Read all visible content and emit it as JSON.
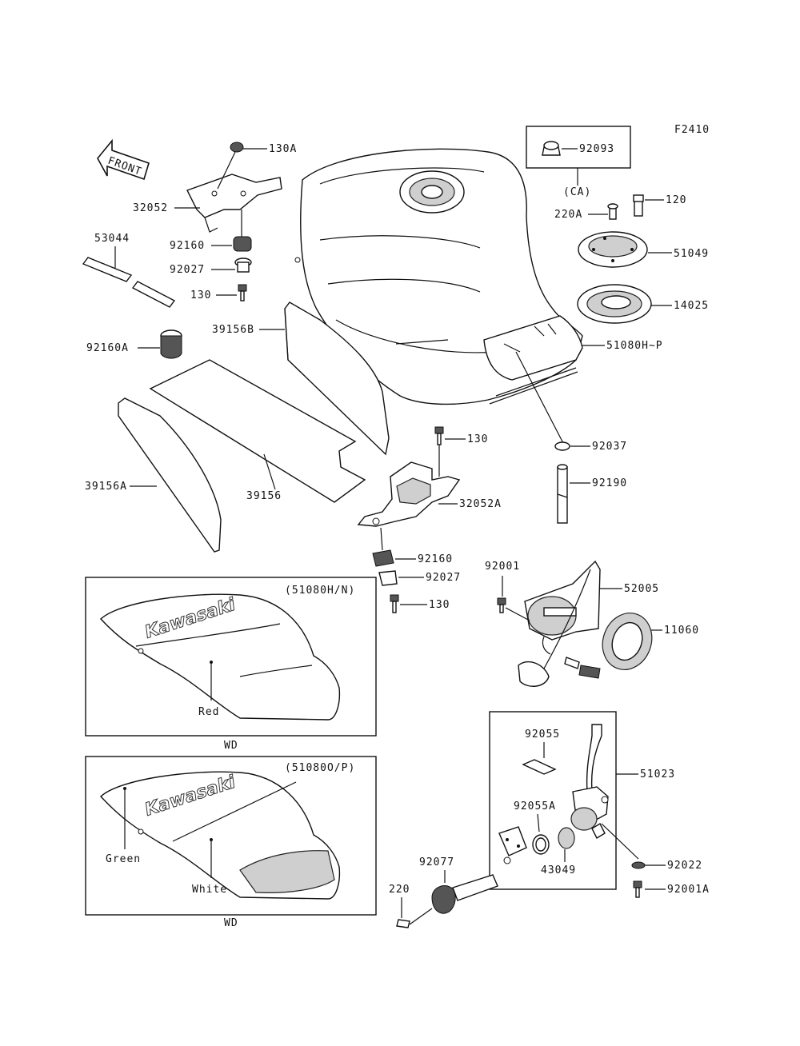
{
  "figure_code": "F2410",
  "front_label": "FRONT",
  "ca_note": "(CA)",
  "insets": [
    {
      "title": "(51080H/N)",
      "logo": "Kawasaki",
      "colors": [
        "Red"
      ],
      "footer": "WD"
    },
    {
      "title": "(51080O/P)",
      "logo": "Kawasaki",
      "colors": [
        "Green",
        "White"
      ],
      "footer": "WD"
    }
  ],
  "parts": {
    "p130A": "130A",
    "p32052": "32052",
    "p53044": "53044",
    "p92160": "92160",
    "p92027": "92027",
    "p130": "130",
    "p39156B": "39156B",
    "p92160A": "92160A",
    "p39156A": "39156A",
    "p39156": "39156",
    "p130b": "130",
    "p32052A": "32052A",
    "p92160b": "92160",
    "p92027b": "92027",
    "p130c": "130",
    "p92093": "92093",
    "p220A": "220A",
    "p120": "120",
    "p51049": "51049",
    "p14025": "14025",
    "p51080HP": "51080H~P",
    "p92037": "92037",
    "p92190": "92190",
    "p92001": "92001",
    "p52005": "52005",
    "p11060": "11060",
    "p92055": "92055",
    "p51023": "51023",
    "p92055A": "92055A",
    "p43049": "43049",
    "p92077": "92077",
    "p220": "220",
    "p92022": "92022",
    "p92001A": "92001A"
  }
}
